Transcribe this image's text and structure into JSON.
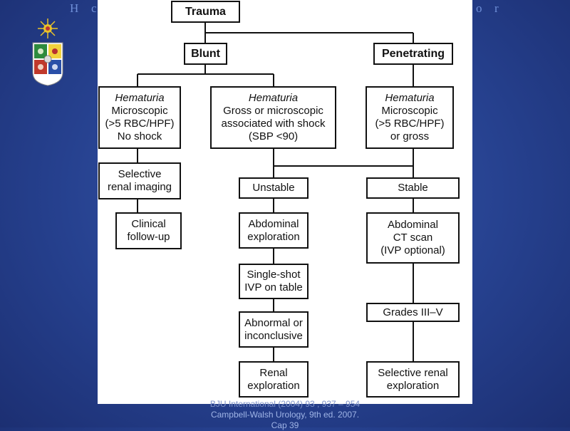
{
  "header": {
    "letters": [
      "H",
      "c",
      "o",
      "r"
    ]
  },
  "crest": {
    "icon": "university-crest-icon",
    "colors": {
      "sun": "#e8c22a",
      "red": "#c0392b",
      "green": "#2e8b3d",
      "blue": "#2a4fa8",
      "yellow": "#f2d23c"
    }
  },
  "flowchart": {
    "trauma": "Trauma",
    "blunt": "Blunt",
    "penetrating": "Penetrating",
    "hem1": {
      "title": "Hematuria",
      "l1": "Microscopic",
      "l2": "(>5 RBC/HPF)",
      "l3": "No shock"
    },
    "hem2": {
      "title": "Hematuria",
      "l1": "Gross or microscopic",
      "l2": "associated with shock",
      "l3": "(SBP <90)"
    },
    "hem3": {
      "title": "Hematuria",
      "l1": "Microscopic",
      "l2": "(>5 RBC/HPF)",
      "l3": "or gross"
    },
    "selective_imaging": {
      "l1": "Selective",
      "l2": "renal imaging"
    },
    "clinical_followup": {
      "l1": "Clinical",
      "l2": "follow-up"
    },
    "unstable": "Unstable",
    "stable": "Stable",
    "abdominal_exploration": {
      "l1": "Abdominal",
      "l2": "exploration"
    },
    "abdominal_ct": {
      "l1": "Abdominal",
      "l2": "CT scan",
      "l3": "(IVP optional)"
    },
    "single_shot": {
      "l1": "Single-shot",
      "l2": "IVP on table"
    },
    "grades": "Grades III–V",
    "abnormal": {
      "l1": "Abnormal or",
      "l2": "inconclusive"
    },
    "renal_exploration": {
      "l1": "Renal",
      "l2": "exploration"
    },
    "selective_renal_exploration": {
      "l1": "Selective renal",
      "l2": "exploration"
    }
  },
  "references": {
    "l1": "BJU International (2004) 93 , 937 – 954",
    "l2": "Campbell-Walsh Urology, 9th ed. 2007.",
    "l3": "Cap 39"
  }
}
